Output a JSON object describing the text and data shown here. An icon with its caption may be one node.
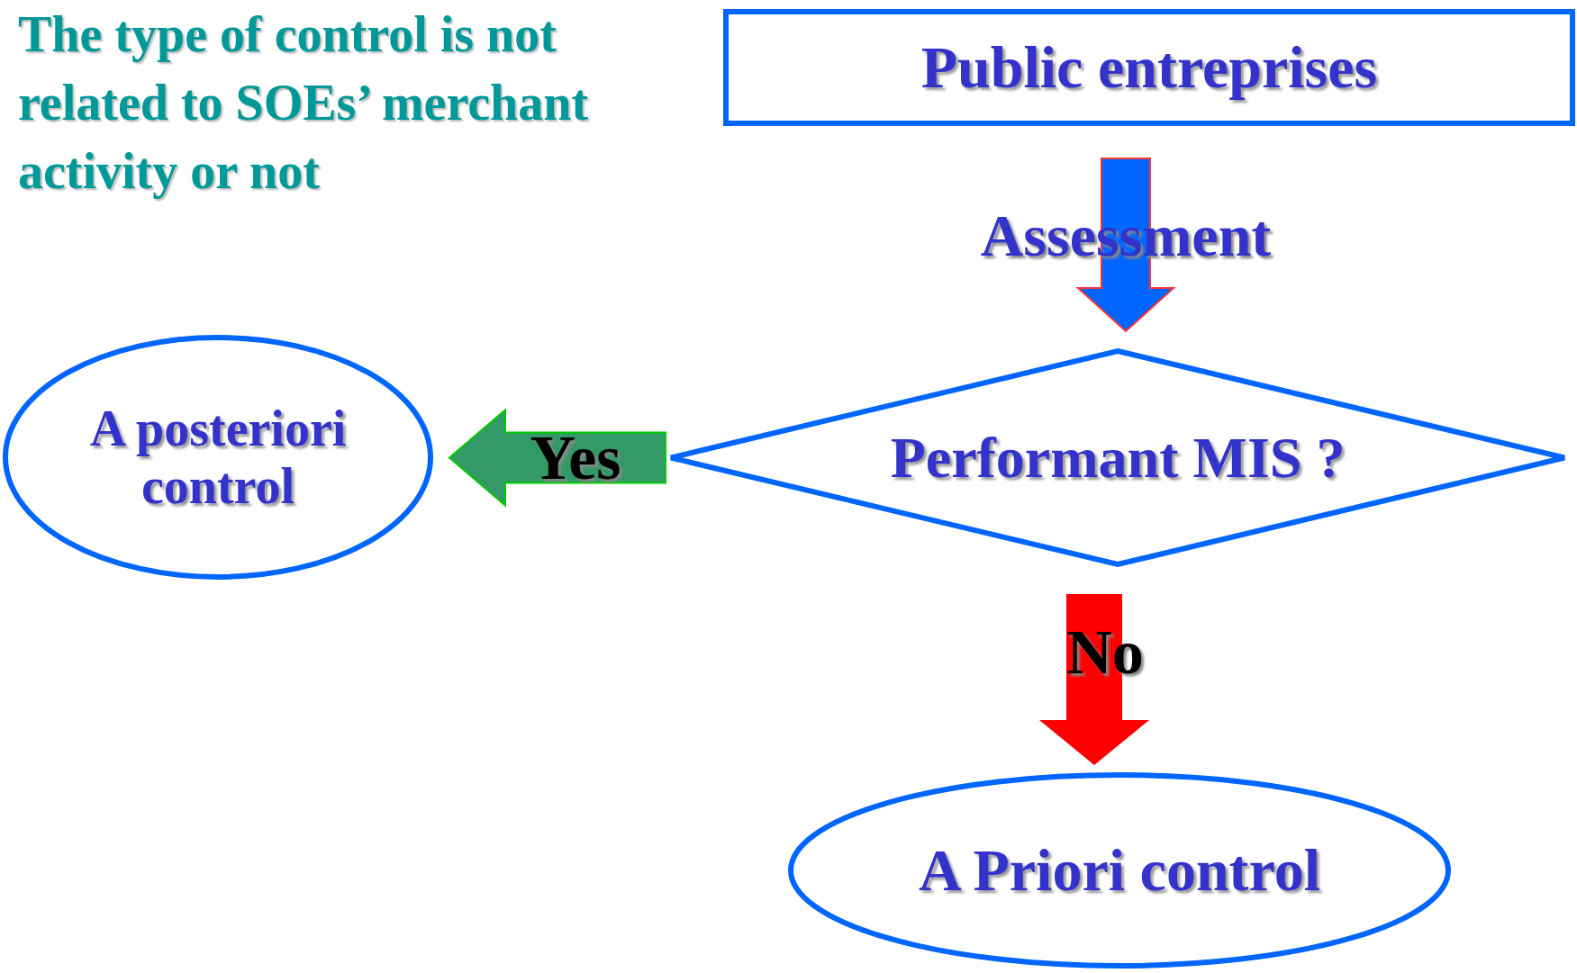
{
  "diagram": {
    "nodes": [
      {
        "text": [
          "Public entreprises"
        ]
      },
      {
        "text": [
          "Performant MIS ?"
        ]
      },
      {
        "text": [
          "A posteriori control"
        ]
      },
      {
        "text": [
          "A Priori control"
        ]
      }
    ],
    "edges": [
      {
        "from": 0,
        "to": 1,
        "arrow": "to",
        "label": "Assessment",
        "color": "#0066ff"
      },
      {
        "from": 1,
        "to": 2,
        "arrow": "to",
        "label": "Yes",
        "color": "#339966"
      },
      {
        "from": 1,
        "to": 3,
        "arrow": "to",
        "label": "No",
        "color": "#ff0000"
      }
    ],
    "labels": [
      "The type of control is not related to SOEs’ merchant activity or not"
    ]
  }
}
